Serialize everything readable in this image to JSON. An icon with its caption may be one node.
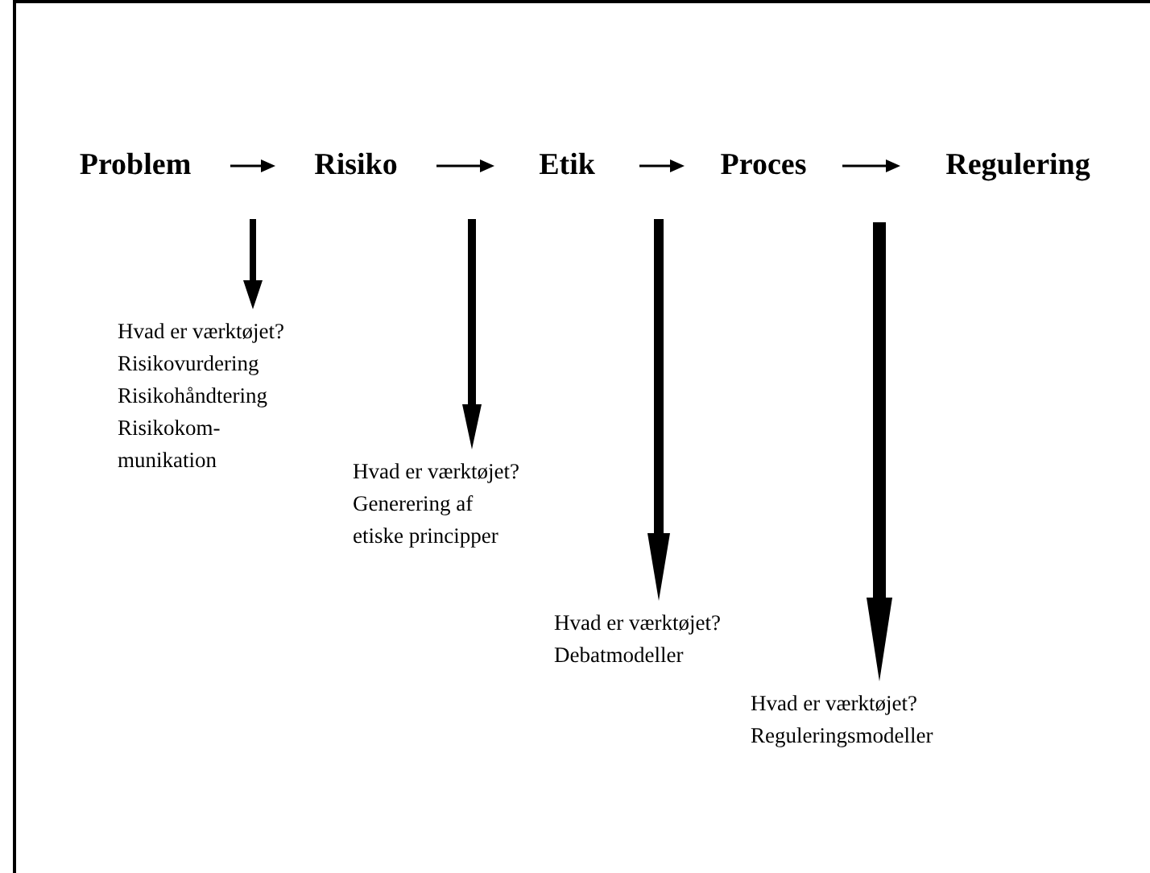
{
  "diagram": {
    "nodes": [
      {
        "text": [
          "Problem"
        ]
      },
      {
        "text": [
          "Risiko"
        ]
      },
      {
        "text": [
          "Etik"
        ]
      },
      {
        "text": [
          "Proces"
        ]
      },
      {
        "text": [
          "Regulering"
        ]
      },
      {
        "text": [
          "Hvad er værktøjet?",
          "Risikovurdering",
          "Risikohåndtering",
          "Risikokom- munikation"
        ]
      },
      {
        "text": [
          "Hvad er værktøjet?",
          "Generering af etiske principper"
        ]
      },
      {
        "text": [
          "Hvad er værktøjet?",
          "Debatmodeller"
        ]
      },
      {
        "text": [
          "Hvad er værktøjet?",
          "Reguleringsmodeller"
        ]
      }
    ],
    "edges": [
      {
        "from": 0,
        "to": 1,
        "arrow": "to"
      },
      {
        "from": 1,
        "to": 2,
        "arrow": "to"
      },
      {
        "from": 2,
        "to": 3,
        "arrow": "to"
      },
      {
        "from": 3,
        "to": 4,
        "arrow": "to"
      },
      {
        "from": null,
        "to": 5,
        "arrow": "to",
        "style": "thick"
      },
      {
        "from": null,
        "to": 6,
        "arrow": "to",
        "style": "thick"
      },
      {
        "from": null,
        "to": 7,
        "arrow": "to",
        "style": "thick"
      },
      {
        "from": null,
        "to": 8,
        "arrow": "to",
        "style": "thick"
      }
    ]
  }
}
